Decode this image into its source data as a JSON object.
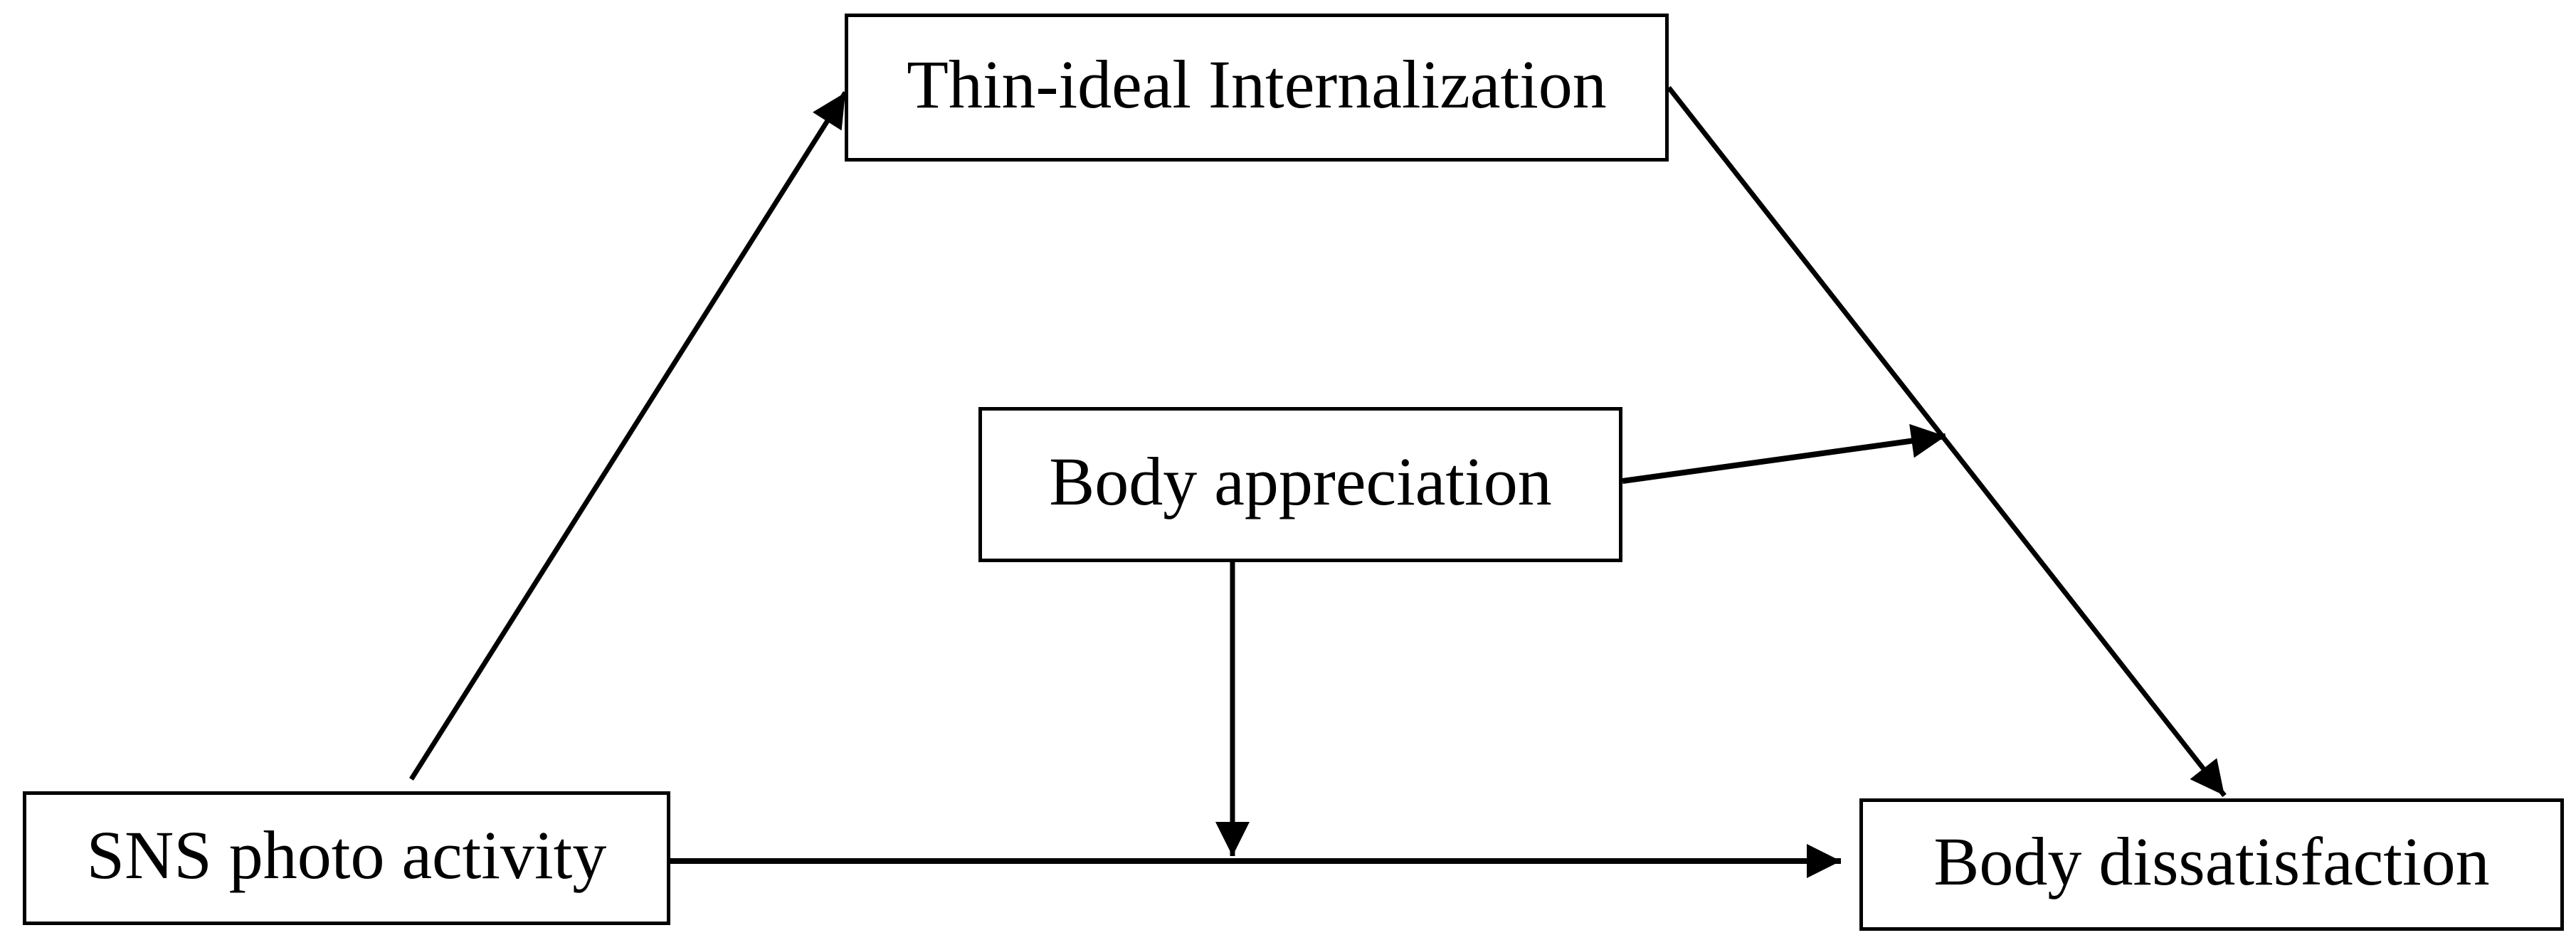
{
  "diagram": {
    "nodes": {
      "thin_ideal_internalization": {
        "label": "Thin-ideal Internalization",
        "role": "mediator"
      },
      "body_appreciation": {
        "label": "Body appreciation",
        "role": "moderator"
      },
      "sns_photo_activity": {
        "label": "SNS photo activity",
        "role": "predictor"
      },
      "body_dissatisfaction": {
        "label": "Body dissatisfaction",
        "role": "outcome"
      }
    },
    "edges": [
      {
        "from": "sns_photo_activity",
        "to": "thin_ideal_internalization",
        "type": "direct-path"
      },
      {
        "from": "thin_ideal_internalization",
        "to": "body_dissatisfaction",
        "type": "direct-path"
      },
      {
        "from": "sns_photo_activity",
        "to": "body_dissatisfaction",
        "type": "direct-path"
      },
      {
        "from": "body_appreciation",
        "to": "path-thin_ideal_internalization-body_dissatisfaction",
        "type": "moderation"
      },
      {
        "from": "body_appreciation",
        "to": "path-sns_photo_activity-body_dissatisfaction",
        "type": "moderation"
      }
    ],
    "colors": {
      "background": "#ffffff",
      "node_fill": "#ffffff",
      "stroke": "#000000",
      "text": "#000000"
    }
  }
}
